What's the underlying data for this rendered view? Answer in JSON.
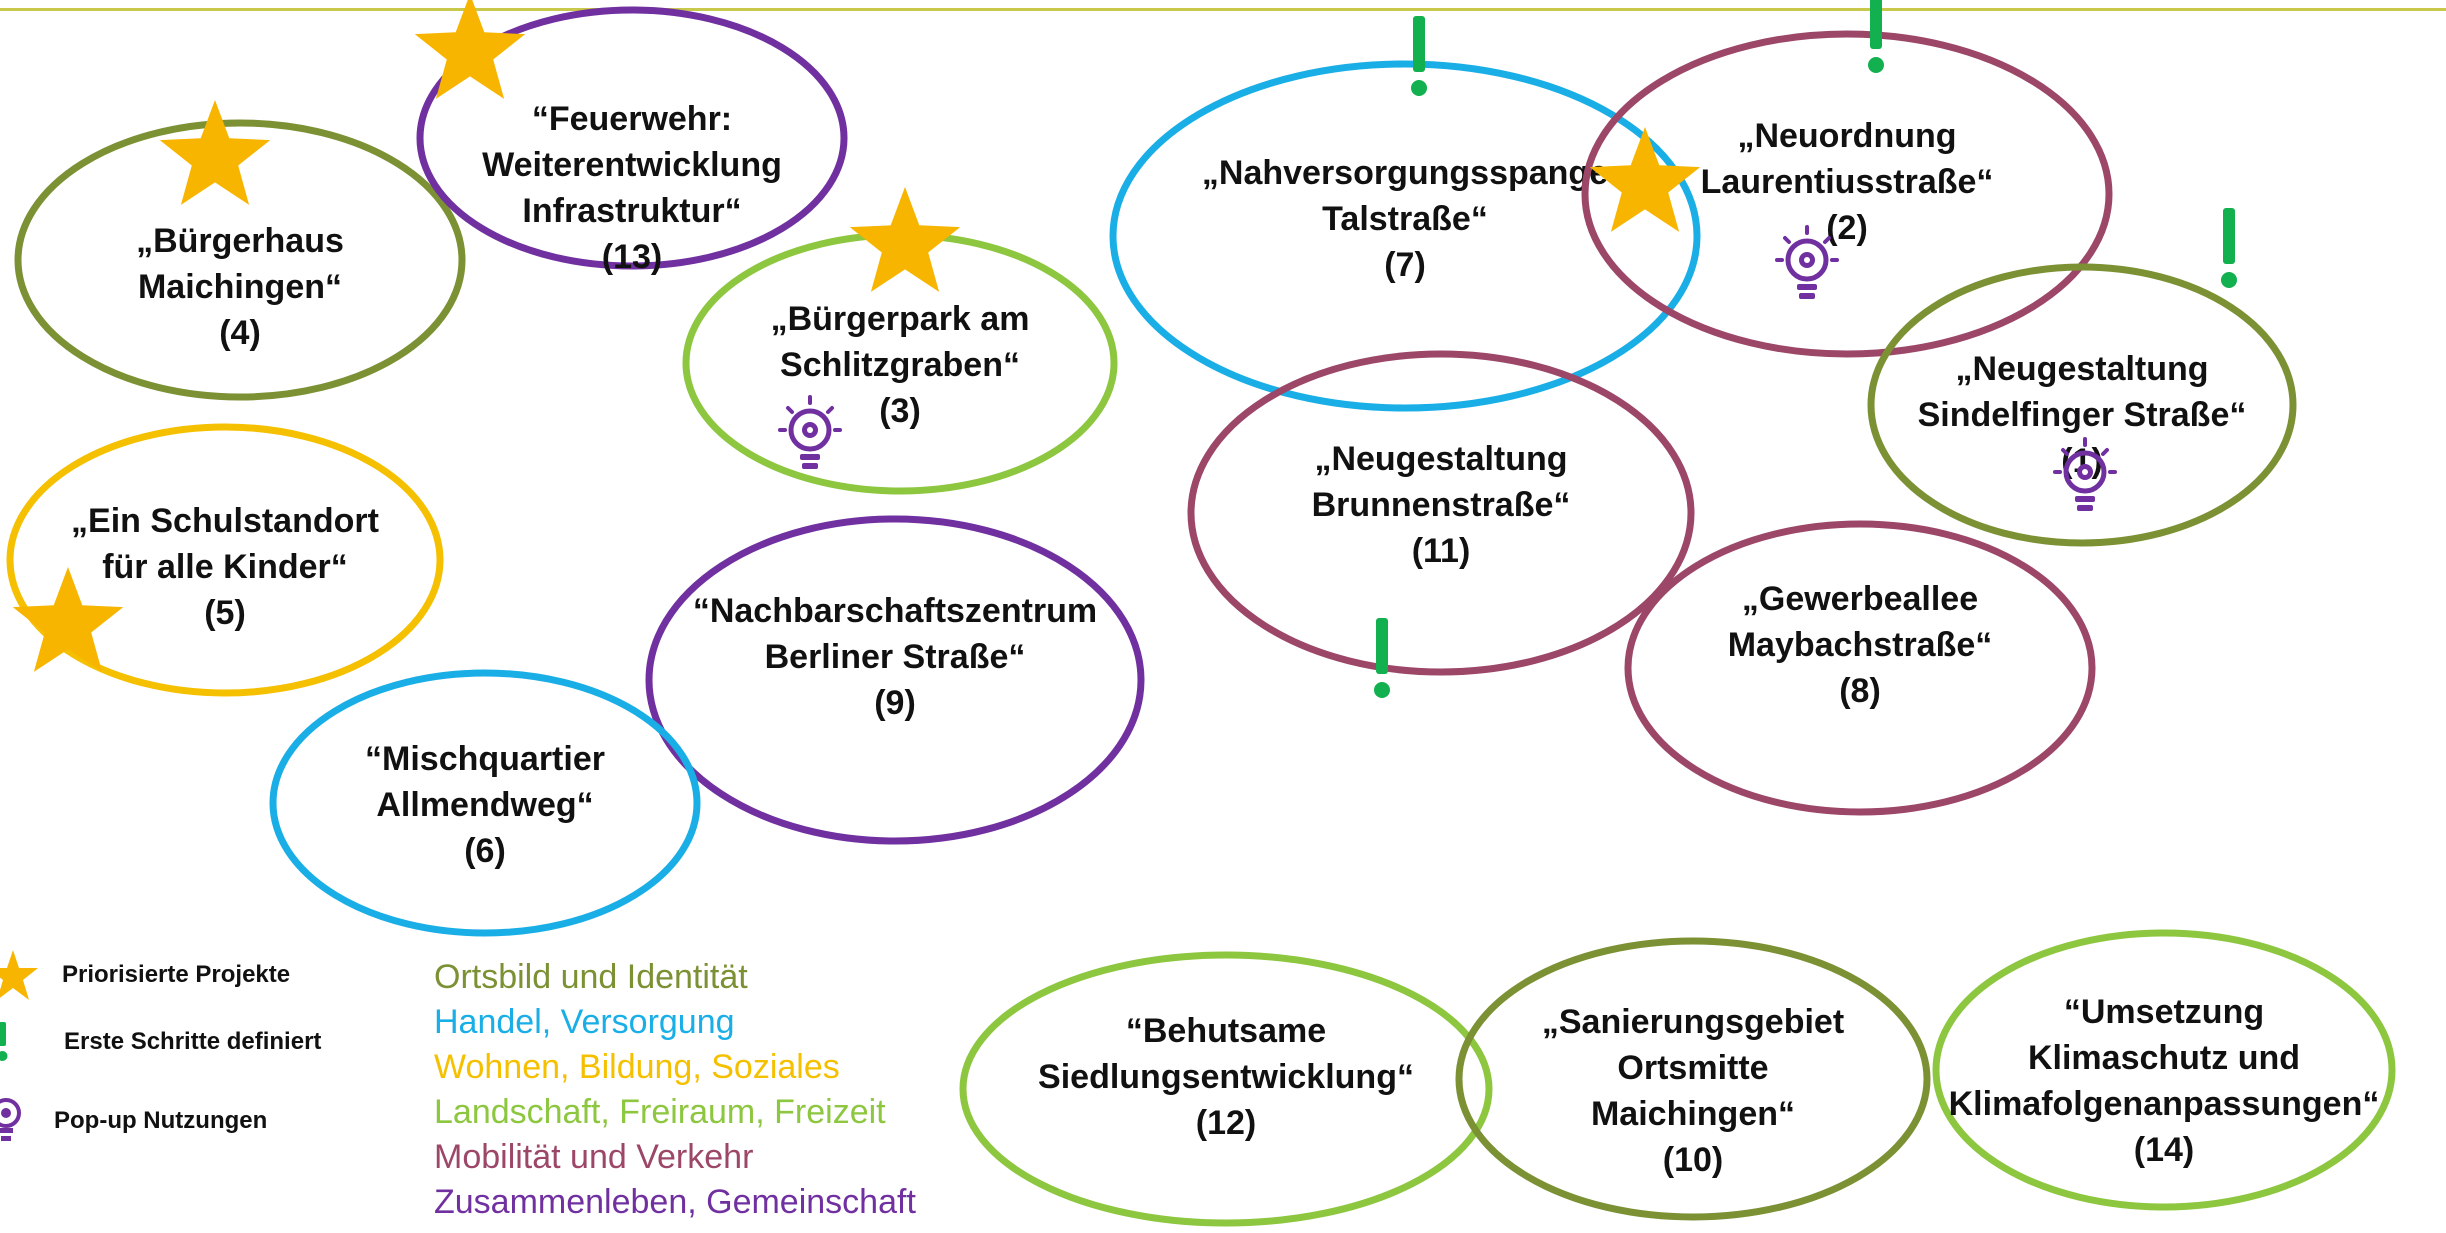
{
  "colors": {
    "ortsbild": "#7b9134",
    "handel": "#1aaee6",
    "wohnen": "#f5c000",
    "landschaft": "#8dc63f",
    "mobilitaet": "#9c4668",
    "zusammenleben": "#7030a0",
    "star": "#f7b500",
    "exclaim": "#12b04f",
    "bulb": "#7030a0"
  },
  "projects": [
    {
      "lines": [
        "„Bürgerhaus",
        "Maichingen“",
        "(4)"
      ],
      "category": "ortsbild"
    },
    {
      "lines": [
        "“Feuerwehr:",
        "Weiterentwicklung",
        "Infrastruktur“",
        "(13)"
      ],
      "category": "zusammenleben"
    },
    {
      "lines": [
        "„Bürgerpark am",
        "Schlitzgraben“",
        "(3)"
      ],
      "category": "landschaft"
    },
    {
      "lines": [
        "„Nahversorgungsspange",
        "Talstraße“",
        "(7)"
      ],
      "category": "handel"
    },
    {
      "lines": [
        "„Neuordnung",
        "Laurentiusstraße“",
        "(2)"
      ],
      "category": "mobilitaet"
    },
    {
      "lines": [
        "„Neugestaltung",
        "Sindelfinger Straße“",
        "(1)"
      ],
      "category": "ortsbild"
    },
    {
      "lines": [
        "„Neugestaltung",
        "Brunnenstraße“",
        "(11)"
      ],
      "category": "mobilitaet"
    },
    {
      "lines": [
        "„Ein Schulstandort",
        "für alle Kinder“",
        "(5)"
      ],
      "category": "wohnen"
    },
    {
      "lines": [
        "“Nachbarschaftszentrum",
        "Berliner Straße“",
        "(9)"
      ],
      "category": "zusammenleben"
    },
    {
      "lines": [
        "„Gewerbeallee",
        "Maybachstraße“",
        "(8)"
      ],
      "category": "mobilitaet"
    },
    {
      "lines": [
        "“Mischquartier",
        "Allmendweg“",
        "(6)"
      ],
      "category": "handel"
    },
    {
      "lines": [
        "“Behutsame",
        "Siedlungsentwicklung“",
        "(12)"
      ],
      "category": "landschaft"
    },
    {
      "lines": [
        "„Sanierungsgebiet",
        "Ortsmitte",
        "Maichingen“",
        "(10)"
      ],
      "category": "ortsbild"
    },
    {
      "lines": [
        "“Umsetzung",
        "Klimaschutz und",
        "Klimafolgenanpassungen“",
        "(14)"
      ],
      "category": "landschaft"
    }
  ],
  "markers": {
    "stars": [
      "(4)",
      "(13)",
      "(3)",
      "(2)",
      "(5)"
    ],
    "exclaims": [
      "(7)",
      "(2)",
      "(1)",
      "(11)"
    ],
    "bulbs": [
      "(3)",
      "(2)",
      "(1)"
    ]
  },
  "legend": {
    "symbols": [
      {
        "label": "Priorisierte Projekte",
        "icon": "star-icon"
      },
      {
        "label": "Erste Schritte definiert",
        "icon": "exclamation-icon"
      },
      {
        "label": "Pop-up Nutzungen",
        "icon": "lightbulb-icon"
      }
    ],
    "categories": [
      {
        "label": "Ortsbild und Identität",
        "key": "ortsbild"
      },
      {
        "label": "Handel, Versorgung",
        "key": "handel"
      },
      {
        "label": "Wohnen, Bildung, Soziales",
        "key": "wohnen"
      },
      {
        "label": "Landschaft, Freiraum, Freizeit",
        "key": "landschaft"
      },
      {
        "label": "Mobilität und Verkehr",
        "key": "mobilitaet"
      },
      {
        "label": "Zusammenleben, Gemeinschaft",
        "key": "zusammenleben"
      }
    ]
  }
}
